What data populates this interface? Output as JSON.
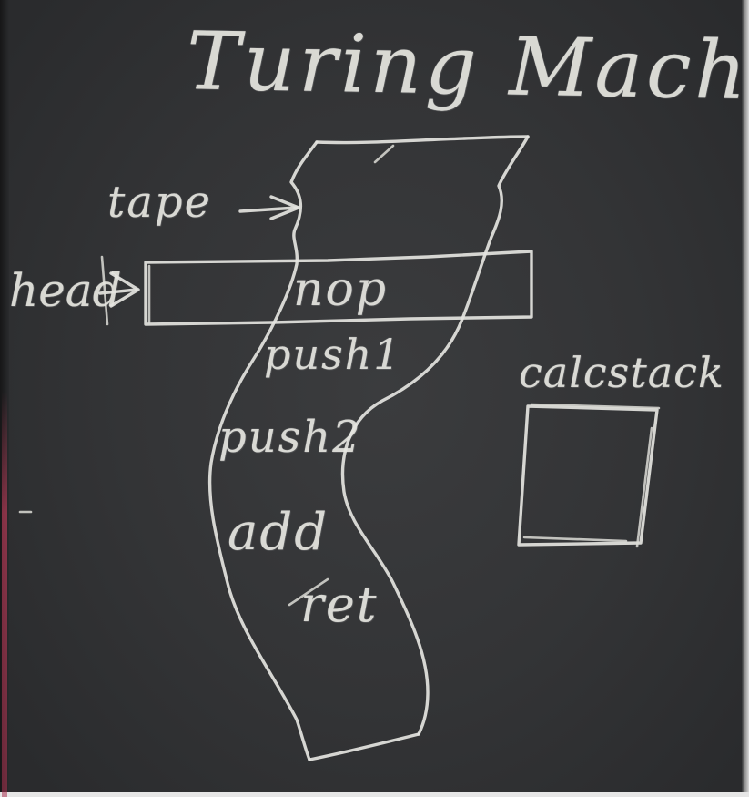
{
  "title": "Turing Machine",
  "labels": {
    "tape": "tape",
    "head": "head",
    "stack": "calcstack"
  },
  "tape_cells": [
    {
      "instruction": "nop",
      "under_head": true
    },
    {
      "instruction": "push1",
      "under_head": false
    },
    {
      "instruction": "push2",
      "under_head": false
    },
    {
      "instruction": "add",
      "under_head": false
    },
    {
      "instruction": "ret",
      "under_head": false
    }
  ],
  "colors": {
    "board": "#333436",
    "chalk": "#e4e4df",
    "wire": "#be3c5a"
  }
}
